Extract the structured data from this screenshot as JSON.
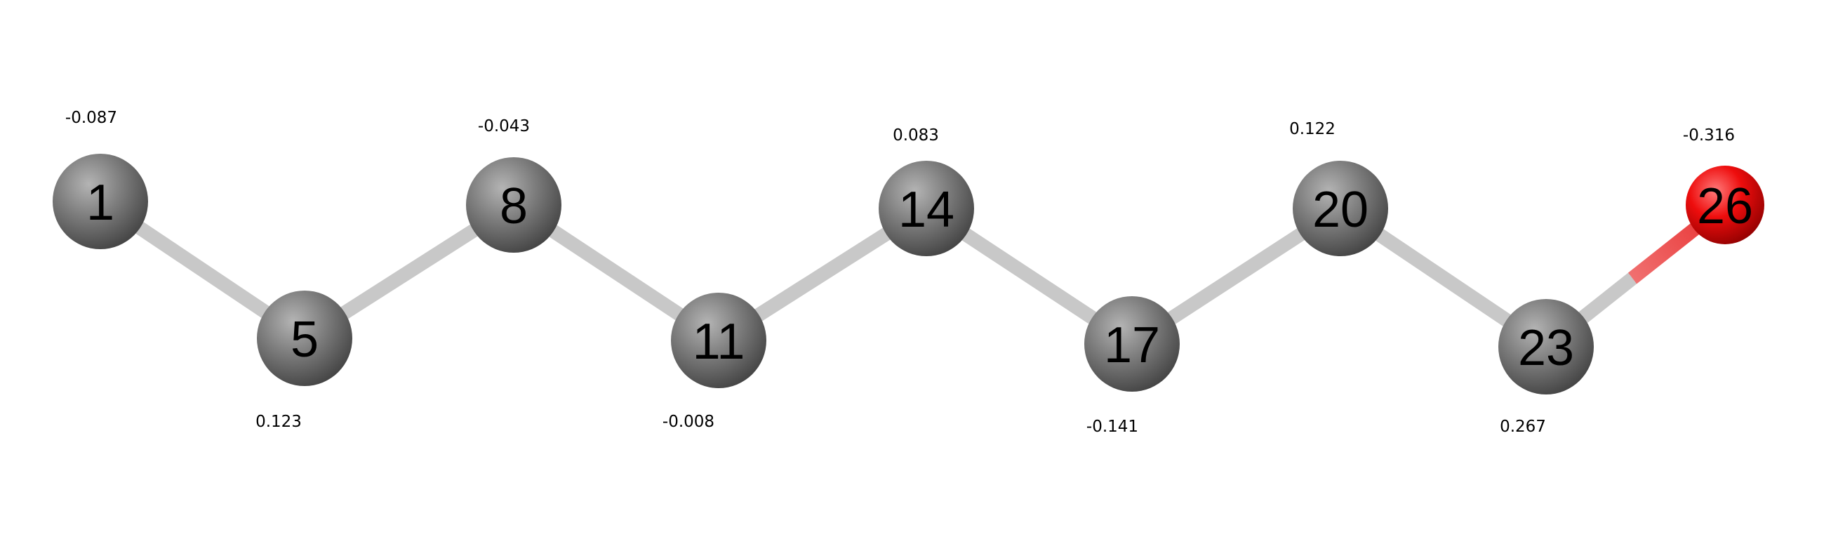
{
  "colors": {
    "background": "#ffffff",
    "carbon": "#7a7a7a",
    "oxygen": "#e00000",
    "bond": "#c8c8c8",
    "label": "#000000"
  },
  "atoms": [
    {
      "id": "1",
      "label": "1",
      "element": "C",
      "charge": "-0.087"
    },
    {
      "id": "5",
      "label": "5",
      "element": "C",
      "charge": "0.123"
    },
    {
      "id": "8",
      "label": "8",
      "element": "C",
      "charge": "-0.043"
    },
    {
      "id": "11",
      "label": "11",
      "element": "C",
      "charge": "-0.008"
    },
    {
      "id": "14",
      "label": "14",
      "element": "C",
      "charge": "0.083"
    },
    {
      "id": "17",
      "label": "17",
      "element": "C",
      "charge": "-0.141"
    },
    {
      "id": "20",
      "label": "20",
      "element": "C",
      "charge": "0.122"
    },
    {
      "id": "23",
      "label": "23",
      "element": "C",
      "charge": "0.267"
    },
    {
      "id": "26",
      "label": "26",
      "element": "O",
      "charge": "-0.316"
    }
  ],
  "bonds": [
    [
      "1",
      "5"
    ],
    [
      "5",
      "8"
    ],
    [
      "8",
      "11"
    ],
    [
      "11",
      "14"
    ],
    [
      "14",
      "17"
    ],
    [
      "17",
      "20"
    ],
    [
      "20",
      "23"
    ],
    [
      "23",
      "26"
    ]
  ]
}
